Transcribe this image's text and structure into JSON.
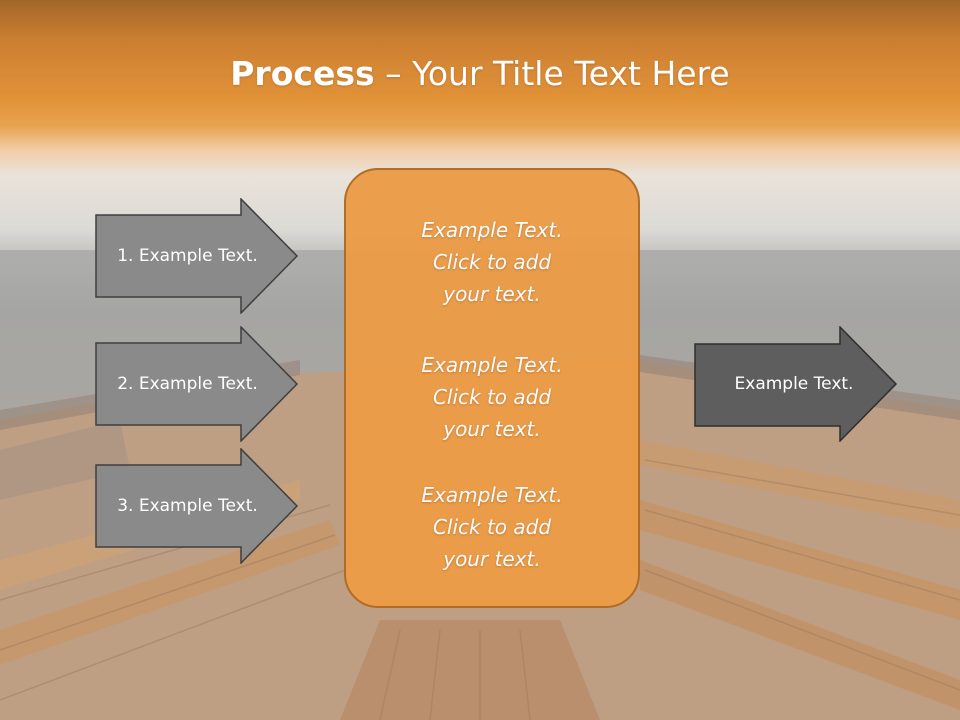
{
  "slide": {
    "title_bold": "Process",
    "title_rest": " – Your Title Text Here"
  },
  "left_steps": [
    {
      "label": "1. Example Text."
    },
    {
      "label": "2. Example Text."
    },
    {
      "label": "3. Example Text."
    }
  ],
  "center_box": {
    "blocks": [
      {
        "lines": [
          "Example Text.",
          "Click  to add",
          "your text."
        ]
      },
      {
        "lines": [
          "Example Text.",
          "Click  to add",
          "your text."
        ]
      },
      {
        "lines": [
          "Example Text.",
          "Click  to add",
          "your text."
        ]
      }
    ]
  },
  "output": {
    "label": "Example Text."
  },
  "colors": {
    "accent_orange": "#ec9c47",
    "arrow_gray": "#8a8a8a",
    "arrow_dark": "#5e5e5e"
  }
}
